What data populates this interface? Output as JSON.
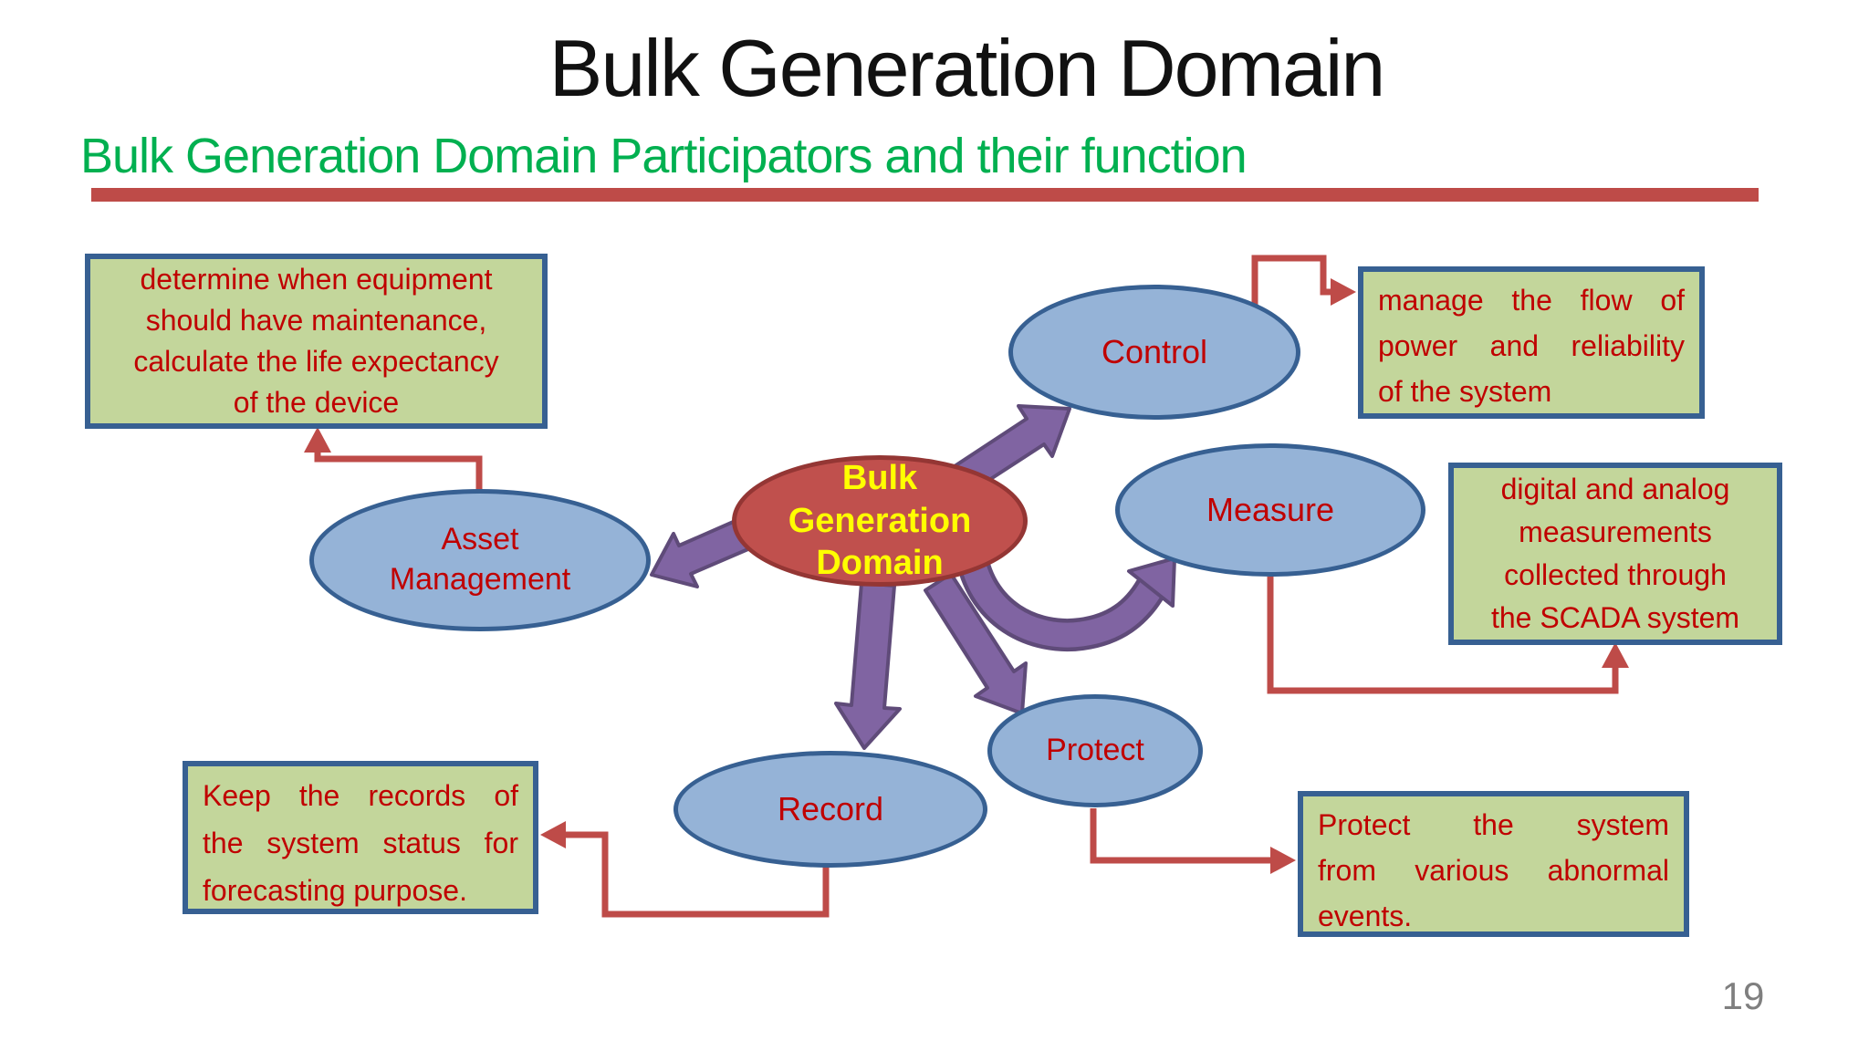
{
  "slide": {
    "title": "Bulk Generation Domain",
    "subtitle": "Bulk Generation Domain Participators and their function",
    "page_number": "19"
  },
  "colors": {
    "title_text": "#111111",
    "subtitle_green": "#00B050",
    "rule_red": "#BE4B48",
    "node_blue_fill": "#95B3D7",
    "node_border_blue": "#376092",
    "center_fill_red": "#C0504D",
    "center_border_red": "#943634",
    "center_text_yellow": "#FFFF00",
    "callout_fill_green": "#C3D69B",
    "text_red": "#C00000",
    "connector_red": "#BE4B48",
    "arrow_purple": "#8064A2",
    "arrow_purple_dark": "#5F4B79",
    "page_number_gray": "#7F7F7F"
  },
  "diagram": {
    "center": {
      "label_lines": [
        "Bulk",
        "Generation",
        "Domain"
      ]
    },
    "nodes": {
      "control": {
        "label": "Control"
      },
      "measure": {
        "label": "Measure"
      },
      "asset": {
        "label_lines": [
          "Asset",
          "Management"
        ]
      },
      "record": {
        "label": "Record"
      },
      "protect": {
        "label": "Protect"
      }
    },
    "callouts": {
      "maintenance": {
        "lines": [
          "determine when equipment",
          "should have maintenance,",
          "calculate the life expectancy",
          "of the device"
        ]
      },
      "manage": {
        "lines": [
          "manage the flow of",
          "power and reliability",
          "of the system"
        ]
      },
      "digital": {
        "lines": [
          "digital and analog",
          "measurements",
          "collected through",
          "the SCADA system"
        ]
      },
      "keep": {
        "lines": [
          "Keep the records of",
          "the system status for",
          "forecasting purpose."
        ]
      },
      "protect": {
        "lines": [
          "Protect the system",
          "from various abnormal",
          "events."
        ]
      }
    }
  }
}
